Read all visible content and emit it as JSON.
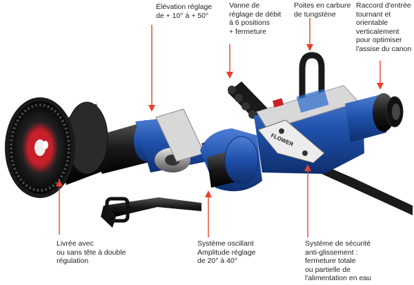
{
  "callouts": {
    "elevation": {
      "text": "Élévation réglage\nde + 10° à + 50°"
    },
    "valve": {
      "text": "Vanne de\nréglage de débit\nà 6 positions\n+ fermeture"
    },
    "tips": {
      "text": "Poites en carbure\nde tungstène"
    },
    "inlet": {
      "text": "Raccord d'entrée\ntournant et\norientable\nverticalement\npour optimiser\nl'assise du canon"
    },
    "tip_head": {
      "text": "Livrée avec\nou sans tête à double\nrégulation"
    },
    "oscillation": {
      "text": "Système oscillant\nAmplitude réglage\nde 20° à 40°"
    },
    "safety": {
      "text": "Système de sécurité\nanti-glissement :\nfermeture totale\nou partielle de\nl'alimentation en eau"
    }
  },
  "colors": {
    "leader": "#e8402a",
    "body_blue": "#1e4fa8",
    "dark": "#1a1a1a",
    "nozzle_red": "#c8202a"
  },
  "illustration": {
    "plate_text": "FLOWER"
  }
}
